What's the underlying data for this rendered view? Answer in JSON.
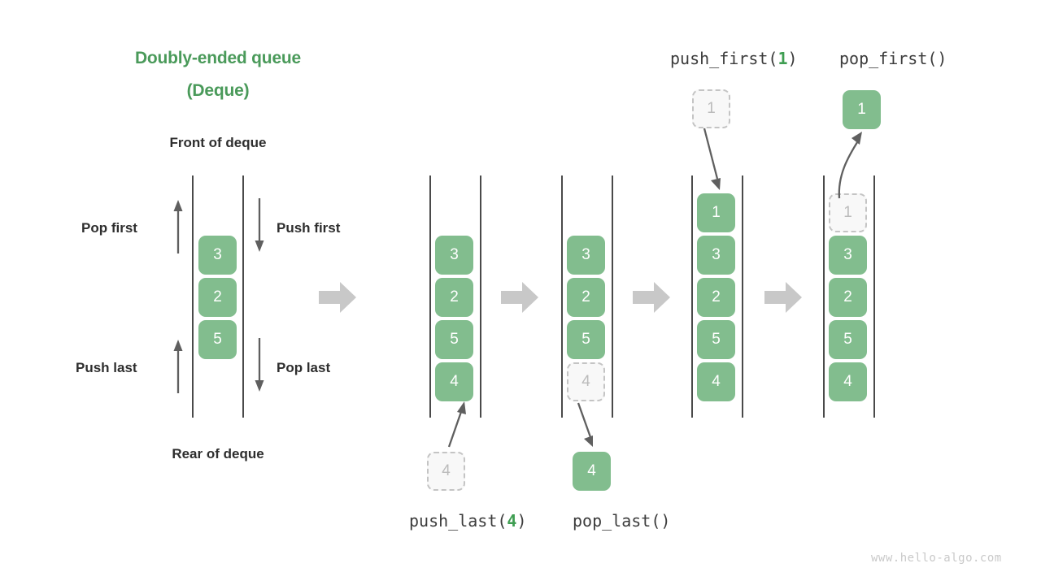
{
  "diagram": {
    "title_line1": "Doubly-ended queue",
    "title_line2": "(Deque)",
    "front_label": "Front of deque",
    "rear_label": "Rear of deque",
    "side_labels": {
      "pop_first": "Pop first",
      "push_first": "Push first",
      "push_last": "Push last",
      "pop_last": "Pop last"
    },
    "watermark": "www.hello-algo.com",
    "colors": {
      "title_green": "#4A9A5A",
      "box_green": "#82bd8e",
      "box_text": "#ffffff",
      "ghost_fill": "#f8f8f8",
      "ghost_border": "#c4c4c4",
      "ghost_text": "#bbbbbb",
      "rail": "#4a4a4a",
      "arrow_gray": "#5f5f5f",
      "block_arrow_gray": "#c8c8c8",
      "label_dark": "#2e2e2e",
      "watermark_gray": "#c9c9c9"
    }
  },
  "operations": {
    "push_last": {
      "name": "push_last",
      "arg": "4",
      "open": "(",
      "close": ")"
    },
    "pop_last": {
      "name": "pop_last",
      "arg": "",
      "open": "(",
      "close": ")"
    },
    "push_first": {
      "name": "push_first",
      "arg": "1",
      "open": "(",
      "close": ")"
    },
    "pop_first": {
      "name": "pop_first",
      "arg": "",
      "open": "(",
      "close": ")"
    }
  },
  "panels": [
    {
      "id": "initial",
      "caption": "",
      "cells": [
        "3",
        "2",
        "5"
      ]
    },
    {
      "id": "after-push-last",
      "caption": "push_last(4)",
      "cells": [
        "3",
        "2",
        "5",
        "4"
      ],
      "external_cell": "4"
    },
    {
      "id": "after-pop-last",
      "caption": "pop_last()",
      "cells": [
        "3",
        "2",
        "5",
        "4"
      ],
      "external_cell": "4"
    },
    {
      "id": "after-push-first",
      "caption": "push_first(1)",
      "cells": [
        "1",
        "3",
        "2",
        "5",
        "4"
      ],
      "external_cell": "1"
    },
    {
      "id": "after-pop-first",
      "caption": "pop_first()",
      "cells": [
        "1",
        "3",
        "2",
        "5",
        "4"
      ],
      "external_cell": "1"
    }
  ]
}
